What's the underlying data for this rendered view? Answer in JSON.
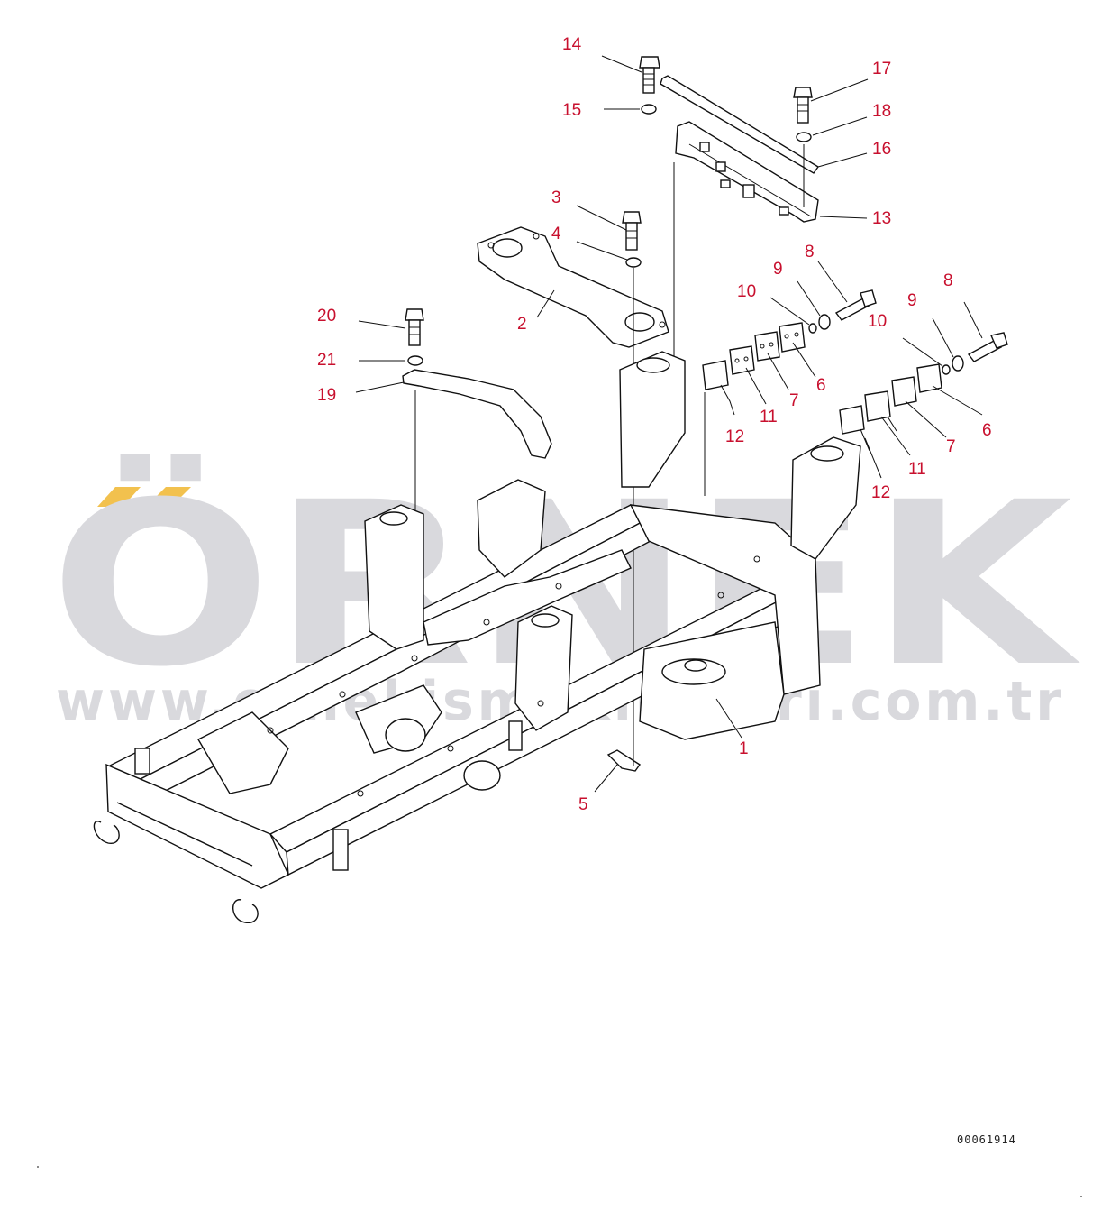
{
  "watermark": {
    "logo_text": "ÖRNEK",
    "url_text": "www.ornekismakinalari.com.tr",
    "logo_color": "#d9d9dd",
    "accent_color": "#f2c14e"
  },
  "diagram": {
    "document_number": "00061914",
    "callout_color": "#c8102e",
    "callouts": [
      "14",
      "15",
      "17",
      "18",
      "16",
      "13",
      "3",
      "4",
      "2",
      "8",
      "9",
      "10",
      "8",
      "9",
      "10",
      "20",
      "21",
      "19",
      "6",
      "7",
      "11",
      "12",
      "6",
      "7",
      "11",
      "12",
      "1",
      "5"
    ]
  }
}
